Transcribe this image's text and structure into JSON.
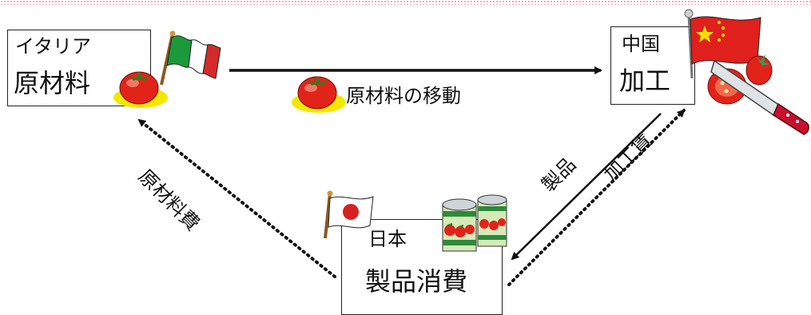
{
  "nodes": {
    "italy": {
      "country": "イタリア",
      "role": "原材料"
    },
    "china": {
      "country": "中国",
      "role": "加工"
    },
    "japan": {
      "country": "日本",
      "role": "製品消費"
    }
  },
  "edges": {
    "raw_material_flow": "原材料の移動",
    "raw_material_cost": "原材料費",
    "product_flow": "製品",
    "processing_fee": "加工賃"
  },
  "icons": [
    "italy-flag-icon",
    "china-flag-icon",
    "japan-flag-icon",
    "tomato-icon",
    "knife-icon",
    "tomato-can-icon"
  ],
  "colors": {
    "italy_green": "#1a9a3a",
    "italy_red": "#d42a2a",
    "china_red": "#e0201c",
    "china_star": "#ffdf00",
    "japan_red": "#d82020",
    "tomato_red": "#e2231a",
    "knife_handle": "#c8102e"
  }
}
